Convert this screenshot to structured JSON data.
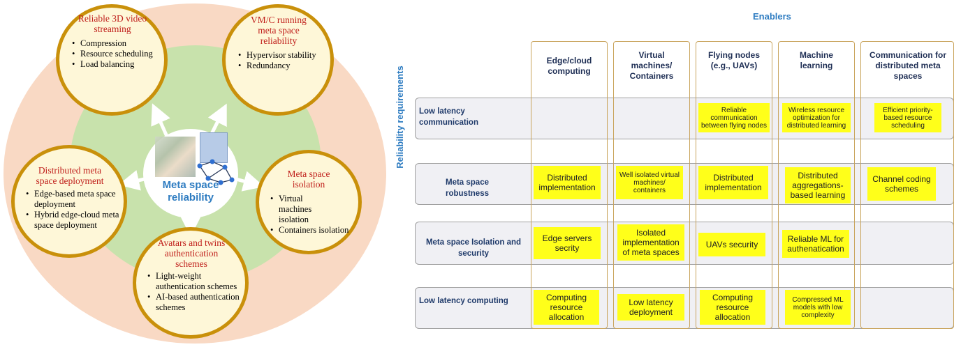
{
  "diagram": {
    "center_label": "Meta space reliability",
    "bubbles": [
      {
        "title": "Reliable 3D video streaming",
        "items": [
          "Compression",
          "Resource scheduling",
          "Load balancing"
        ]
      },
      {
        "title": "VM/C running meta space reliability",
        "items": [
          "Hypervisor stability",
          "Redundancy"
        ]
      },
      {
        "title": "Meta space isolation",
        "items": [
          "Virtual machines isolation",
          "Containers isolation"
        ]
      },
      {
        "title": "Avatars and twins authentication schemes",
        "items": [
          "Light-weight authentication schemes",
          "AI-based authentication schemes"
        ]
      },
      {
        "title": "Distributed meta space deployment",
        "items": [
          "Edge-based meta space deployment",
          "Hybrid edge-cloud meta space deployment"
        ]
      }
    ]
  },
  "table": {
    "header": "Enablers",
    "side_label": "Reliability requirements",
    "columns": [
      "Edge/cloud computing",
      "Virtual machines/ Containers",
      "Flying nodes (e.g., UAVs)",
      "Machine learning",
      "Communication for distributed meta spaces"
    ],
    "rows": [
      {
        "label": "Low latency communication",
        "cells": [
          "",
          "",
          "Reliable communication between flying nodes",
          "Wireless resource optimization for distributed learning",
          "Efficient priority-based resource scheduling"
        ]
      },
      {
        "label": "Meta space robustness",
        "cells": [
          "Distributed implementation",
          "Well isolated virtual machines/ containers",
          "Distributed implementation",
          "Distributed aggregations-based learning",
          "Channel coding schemes"
        ]
      },
      {
        "label": "Meta space Isolation and security",
        "cells": [
          "Edge servers secrity",
          "Isolated implementation of meta spaces",
          "UAVs security",
          "Reliable ML for authenatication",
          ""
        ]
      },
      {
        "label": "Low latency computing",
        "cells": [
          "Computing resource allocation",
          "Low latency deployment",
          "Computing resource allocation",
          "Compressed ML models with low complexity",
          ""
        ]
      }
    ]
  },
  "colors": {
    "accent_blue": "#2e7cc1",
    "bubble_title_red": "#c0201c",
    "bubble_border": "#c9900a",
    "cell_yellow": "#ffff1a"
  }
}
